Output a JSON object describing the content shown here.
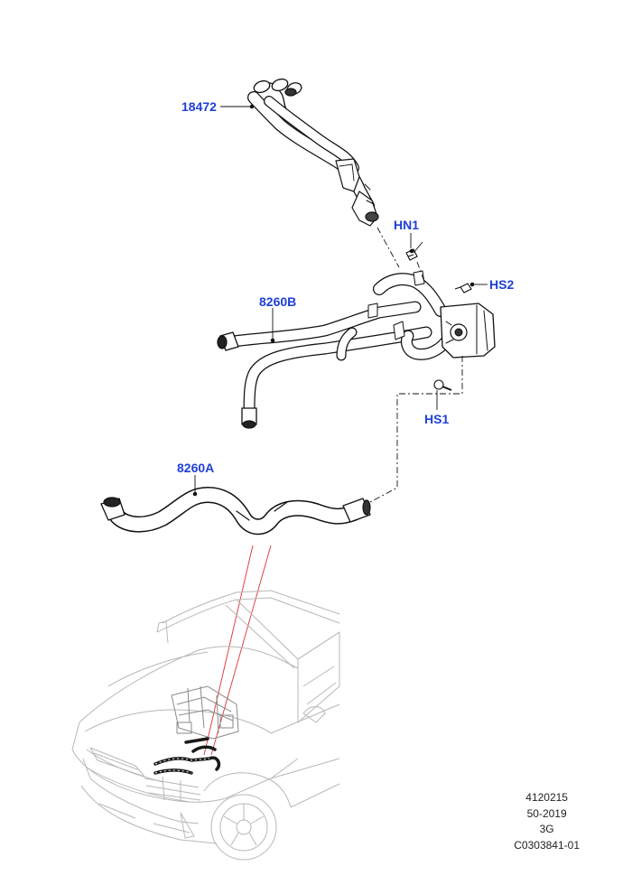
{
  "callouts": {
    "hose_upper": "18472",
    "nut": "HN1",
    "screw_top": "HS2",
    "hose_middle": "8260B",
    "screw_bottom": "HS1",
    "hose_lower": "8260A"
  },
  "footer": {
    "line1": "4120215",
    "line2": "50-2019",
    "line3": "3G",
    "line4": "C0303841-01"
  },
  "colors": {
    "callout": "#1f3fd6",
    "leader": "#000000",
    "location_line": "#e03030",
    "vehicle": "#b8b8b8"
  }
}
